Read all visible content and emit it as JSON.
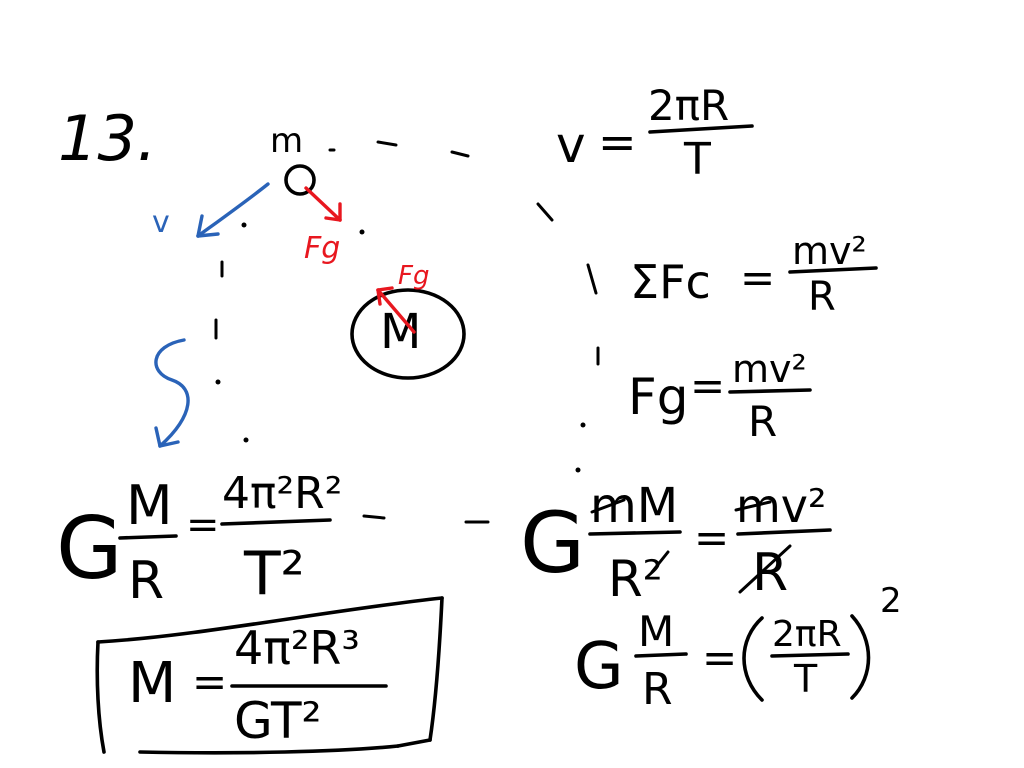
{
  "problem_number": "13.",
  "labels": {
    "small_mass": "m",
    "large_mass": "M",
    "gravity_force_on_m": "Fg",
    "gravity_force_on_M": "Fg",
    "velocity": "v"
  },
  "equations": {
    "velocity": {
      "lhs": "v",
      "num": "2πR",
      "den": "T"
    },
    "centripetal": {
      "lhs": "ΣFc",
      "num": "mv²",
      "den": "R"
    },
    "gravity_equals": {
      "lhs": "Fg",
      "num": "mv²",
      "den": "R"
    },
    "newton_gravity": {
      "G": "G",
      "lhs_num": "mM",
      "lhs_den": "R²",
      "rhs_num": "mv²",
      "rhs_den": "R"
    },
    "substituted": {
      "G": "G",
      "lhs_num": "M",
      "lhs_den": "R",
      "rhs_num": "2πR",
      "rhs_den": "T",
      "power": "2"
    },
    "expanded": {
      "G": "G",
      "lhs_num": "M",
      "lhs_den": "R",
      "rhs_num": "4π²R²",
      "rhs_den": "T²"
    },
    "result": {
      "lhs": "M",
      "num": "4π²R³",
      "den": "GT²"
    }
  },
  "colors": {
    "ink": "#000000",
    "force": "#e8171f",
    "velocity": "#2a63b8",
    "background": "#ffffff"
  }
}
